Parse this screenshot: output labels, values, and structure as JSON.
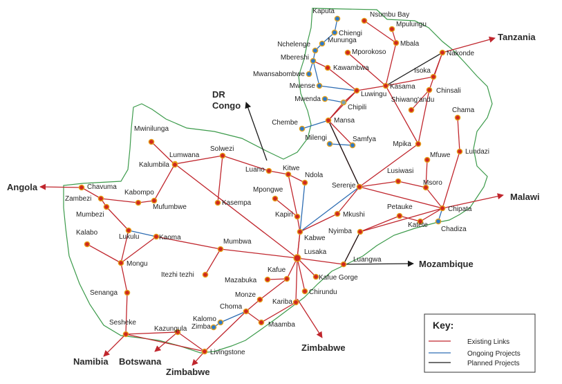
{
  "colors": {
    "existing": "#c0262d",
    "ongoing": "#2e6db3",
    "planned": "#1a1a1a",
    "border": "#3b9a4a",
    "node_red": "#d0281f",
    "node_blue": "#2c79c9",
    "node_ring": "#e6a21c"
  },
  "towns": [
    {
      "id": "kaputa",
      "name": "Kaputa",
      "type": "blue"
    },
    {
      "id": "chiengi",
      "name": "Chiengi",
      "type": "blue"
    },
    {
      "id": "nsumbubay",
      "name": "Nsumbu Bay",
      "type": "red"
    },
    {
      "id": "mpulungu",
      "name": "Mpulungu",
      "type": "red"
    },
    {
      "id": "mununga",
      "name": "Mununga",
      "type": "blue"
    },
    {
      "id": "nchelenge",
      "name": "Nchelenge",
      "type": "blue"
    },
    {
      "id": "mbala",
      "name": "Mbala",
      "type": "red"
    },
    {
      "id": "mporokoso",
      "name": "Mporokoso",
      "type": "red"
    },
    {
      "id": "nakonde",
      "name": "Nakonde",
      "type": "red"
    },
    {
      "id": "mbereshi",
      "name": "Mbereshi",
      "type": "blue"
    },
    {
      "id": "kawambwa",
      "name": "Kawambwa",
      "type": "red"
    },
    {
      "id": "mwansabombwe",
      "name": "Mwansabombwe",
      "type": "blue"
    },
    {
      "id": "isoka",
      "name": "Isoka",
      "type": "red"
    },
    {
      "id": "mwense",
      "name": "Mwense",
      "type": "blue"
    },
    {
      "id": "kasama",
      "name": "Kasama",
      "type": "red"
    },
    {
      "id": "luwingu",
      "name": "Luwingu",
      "type": "red"
    },
    {
      "id": "chinsali",
      "name": "Chinsali",
      "type": "red"
    },
    {
      "id": "mwenda",
      "name": "Mwenda",
      "type": "blue"
    },
    {
      "id": "chipili",
      "name": "Chipili",
      "type": "gray"
    },
    {
      "id": "shiwang",
      "name": "Shiwang'andu",
      "type": "red"
    },
    {
      "id": "chama",
      "name": "Chama",
      "type": "red"
    },
    {
      "id": "mansa",
      "name": "Mansa",
      "type": "red"
    },
    {
      "id": "chembe",
      "name": "Chembe",
      "type": "blue"
    },
    {
      "id": "milengi",
      "name": "Milengi",
      "type": "blue"
    },
    {
      "id": "samfya",
      "name": "Samfya",
      "type": "blue"
    },
    {
      "id": "mpika",
      "name": "Mpika",
      "type": "red"
    },
    {
      "id": "lundazi",
      "name": "Lundazi",
      "type": "red"
    },
    {
      "id": "mwinilunga",
      "name": "Mwinilunga",
      "type": "red"
    },
    {
      "id": "lumwana",
      "name": "Lumwana",
      "type": "red"
    },
    {
      "id": "solwezi",
      "name": "Solwezi",
      "type": "red"
    },
    {
      "id": "kalumbila",
      "name": "Kalumbila",
      "type": "red"
    },
    {
      "id": "mfuwe",
      "name": "Mfuwe",
      "type": "red"
    },
    {
      "id": "luano",
      "name": "Luano",
      "type": "red"
    },
    {
      "id": "kitwe",
      "name": "Kitwe",
      "type": "red"
    },
    {
      "id": "ndola",
      "name": "Ndola",
      "type": "red"
    },
    {
      "id": "lusiwasi",
      "name": "Lusiwasi",
      "type": "red"
    },
    {
      "id": "serenje",
      "name": "Serenje",
      "type": "red"
    },
    {
      "id": "msoro",
      "name": "Msoro",
      "type": "red"
    },
    {
      "id": "chavuma",
      "name": "Chavuma",
      "type": "red"
    },
    {
      "id": "kabompo",
      "name": "Kabompo",
      "type": "red"
    },
    {
      "id": "zambezi",
      "name": "Zambezi",
      "type": "red"
    },
    {
      "id": "mpongwe",
      "name": "Mpongwe",
      "type": "red"
    },
    {
      "id": "kasempa",
      "name": "Kasempa",
      "type": "red"
    },
    {
      "id": "mumbezi",
      "name": "Mumbezi",
      "type": "red"
    },
    {
      "id": "mufumbwe",
      "name": "Mufumbwe",
      "type": "red"
    },
    {
      "id": "chipata",
      "name": "Chipata",
      "type": "red"
    },
    {
      "id": "petauke",
      "name": "Petauke",
      "type": "red"
    },
    {
      "id": "kapiri",
      "name": "Kapiri",
      "type": "red"
    },
    {
      "id": "mkushi",
      "name": "Mkushi",
      "type": "red"
    },
    {
      "id": "katete",
      "name": "Katete",
      "type": "red"
    },
    {
      "id": "chadiza",
      "name": "Chadiza",
      "type": "blue"
    },
    {
      "id": "kalabo",
      "name": "Kalabo",
      "type": "red"
    },
    {
      "id": "lukulu",
      "name": "Lukulu",
      "type": "red"
    },
    {
      "id": "kaoma",
      "name": "Kaoma",
      "type": "red"
    },
    {
      "id": "kabwe",
      "name": "Kabwe",
      "type": "red"
    },
    {
      "id": "nyimba",
      "name": "Nyimba",
      "type": "red"
    },
    {
      "id": "mumbwa",
      "name": "Mumbwa",
      "type": "red"
    },
    {
      "id": "lusaka",
      "name": "Lusaka",
      "type": "red"
    },
    {
      "id": "luangwa",
      "name": "Luangwa",
      "type": "red"
    },
    {
      "id": "mongu",
      "name": "Mongu",
      "type": "red"
    },
    {
      "id": "kafue",
      "name": "Kafue",
      "type": "red"
    },
    {
      "id": "itezhi",
      "name": "Itezhi tezhi",
      "type": "red"
    },
    {
      "id": "mazabuka",
      "name": "Mazabuka",
      "type": "red"
    },
    {
      "id": "kafuegorge",
      "name": "Kafue Gorge",
      "type": "red"
    },
    {
      "id": "senanga",
      "name": "Senanga",
      "type": "red"
    },
    {
      "id": "chirundu",
      "name": "Chirundu",
      "type": "red"
    },
    {
      "id": "monze",
      "name": "Monze",
      "type": "red"
    },
    {
      "id": "kariba",
      "name": "Kariba",
      "type": "red"
    },
    {
      "id": "choma",
      "name": "Choma",
      "type": "red"
    },
    {
      "id": "kalomo",
      "name": "Kalomo",
      "type": "blue"
    },
    {
      "id": "zimba",
      "name": "Zimba",
      "type": "blue"
    },
    {
      "id": "maamba",
      "name": "Maamba",
      "type": "red"
    },
    {
      "id": "sesheke",
      "name": "Sesheke",
      "type": "red"
    },
    {
      "id": "kazungula",
      "name": "Kazungula",
      "type": "red"
    },
    {
      "id": "livingstone",
      "name": "Livingstone",
      "type": "red"
    }
  ],
  "links": {
    "existing": [
      [
        "nsumbubay",
        "mbala"
      ],
      [
        "mpulungu",
        "mbala"
      ],
      [
        "mbala",
        "kasama"
      ],
      [
        "mporokoso",
        "kasama"
      ],
      [
        "kawambwa",
        "luwingu"
      ],
      [
        "luwingu",
        "kasama"
      ],
      [
        "luwingu",
        "mansa"
      ],
      [
        "kasama",
        "mpika"
      ],
      [
        "kasama",
        "isoka"
      ],
      [
        "isoka",
        "nakonde"
      ],
      [
        "chinsali",
        "shiwang"
      ],
      [
        "nakonde",
        "chinsali"
      ],
      [
        "chinsali",
        "mpika"
      ],
      [
        "mpika",
        "serenje"
      ],
      [
        "mansa",
        "serenje"
      ],
      [
        "serenje",
        "lusiwasi"
      ],
      [
        "lusiwasi",
        "msoro"
      ],
      [
        "msoro",
        "chipata"
      ],
      [
        "chama",
        "lundazi"
      ],
      [
        "lundazi",
        "chipata"
      ],
      [
        "mfuwe",
        "msoro"
      ],
      [
        "chipata",
        "katete"
      ],
      [
        "katete",
        "petauke"
      ],
      [
        "petauke",
        "nyimba"
      ],
      [
        "nyimba",
        "luangwa"
      ],
      [
        "serenje",
        "mkushi"
      ],
      [
        "mkushi",
        "kabwe"
      ],
      [
        "kabwe",
        "kapiri"
      ],
      [
        "kapiri",
        "kitwe"
      ],
      [
        "kitwe",
        "ndola"
      ],
      [
        "kitwe",
        "luano"
      ],
      [
        "luano",
        "solwezi"
      ],
      [
        "solwezi",
        "lumwana"
      ],
      [
        "lumwana",
        "kalumbila"
      ],
      [
        "kalumbila",
        "mwinilunga"
      ],
      [
        "solwezi",
        "kasempa"
      ],
      [
        "kapiri",
        "mpongwe"
      ],
      [
        "lumwana",
        "mufumbwe"
      ],
      [
        "mufumbwe",
        "kabompo"
      ],
      [
        "kabompo",
        "zambezi"
      ],
      [
        "chavuma",
        "zambezi"
      ],
      [
        "zambezi",
        "mumbezi"
      ],
      [
        "mumbezi",
        "lukulu"
      ],
      [
        "lukulu",
        "mongu"
      ],
      [
        "kalabo",
        "mongu"
      ],
      [
        "mongu",
        "kaoma"
      ],
      [
        "kaoma",
        "mumbwa"
      ],
      [
        "mumbwa",
        "lusaka"
      ],
      [
        "mumbwa",
        "itezhi"
      ],
      [
        "lumwana",
        "lusaka"
      ],
      [
        "kabwe",
        "lusaka"
      ],
      [
        "lusaka",
        "luangwa"
      ],
      [
        "lusaka",
        "kafue"
      ],
      [
        "kafue",
        "mazabuka"
      ],
      [
        "lusaka",
        "kafuegorge"
      ],
      [
        "lusaka",
        "chirundu"
      ],
      [
        "kafue",
        "monze"
      ],
      [
        "monze",
        "choma"
      ],
      [
        "lusaka",
        "kariba"
      ],
      [
        "kariba",
        "maamba"
      ],
      [
        "choma",
        "maamba"
      ],
      [
        "choma",
        "livingstone"
      ],
      [
        "livingstone",
        "kazungula"
      ],
      [
        "kazungula",
        "sesheke"
      ],
      [
        "sesheke",
        "senanga"
      ],
      [
        "senanga",
        "mongu"
      ],
      [
        "serenje",
        "chipata"
      ],
      [
        "nyimba",
        "chipata"
      ],
      [
        "mansa",
        "chipili"
      ],
      [
        "chipili",
        "luwingu"
      ],
      [
        "mansa",
        "samfya"
      ],
      [
        "kawambwa",
        "mbereshi"
      ],
      [
        "sesheke",
        "livingstone"
      ],
      [
        "lusaka",
        "kabwe"
      ]
    ],
    "ongoing": [
      [
        "kaputa",
        "chiengi"
      ],
      [
        "chiengi",
        "mununga"
      ],
      [
        "mununga",
        "nchelenge"
      ],
      [
        "nchelenge",
        "mbereshi"
      ],
      [
        "mbereshi",
        "mwansabombwe"
      ],
      [
        "mbereshi",
        "mwense"
      ],
      [
        "mwense",
        "luwingu"
      ],
      [
        "mwenda",
        "chipili"
      ],
      [
        "chembe",
        "mansa"
      ],
      [
        "milengi",
        "samfya"
      ],
      [
        "kaoma",
        "lukulu"
      ],
      [
        "chipata",
        "chadiza"
      ],
      [
        "zimba",
        "kalomo"
      ],
      [
        "kalomo",
        "choma"
      ],
      [
        "ndola",
        "kabwe"
      ],
      [
        "serenje",
        "kabwe"
      ]
    ],
    "planned": [
      [
        "kasama",
        "nakonde"
      ],
      [
        "mansa",
        "serenje"
      ],
      [
        "nyimba",
        "luangwa"
      ]
    ]
  },
  "countries": [
    {
      "id": "tanzania",
      "name": "Tanzania"
    },
    {
      "id": "malawi",
      "name": "Malawi"
    },
    {
      "id": "mozambique",
      "name": "Mozambique"
    },
    {
      "id": "zimbabwe1",
      "name": "Zimbabwe"
    },
    {
      "id": "zimbabwe2",
      "name": "Zimbabwe"
    },
    {
      "id": "botswana",
      "name": "Botswana"
    },
    {
      "id": "namibia",
      "name": "Namibia"
    },
    {
      "id": "angola",
      "name": "Angola"
    },
    {
      "id": "drcongo",
      "name": "DR\nCongo"
    }
  ],
  "key": {
    "title": "Key:",
    "items": [
      {
        "label": "Existing  Links",
        "color": "#c0262d"
      },
      {
        "label": "Ongoing Projects",
        "color": "#2e6db3"
      },
      {
        "label": "Planned Projects",
        "color": "#1a1a1a"
      }
    ]
  }
}
